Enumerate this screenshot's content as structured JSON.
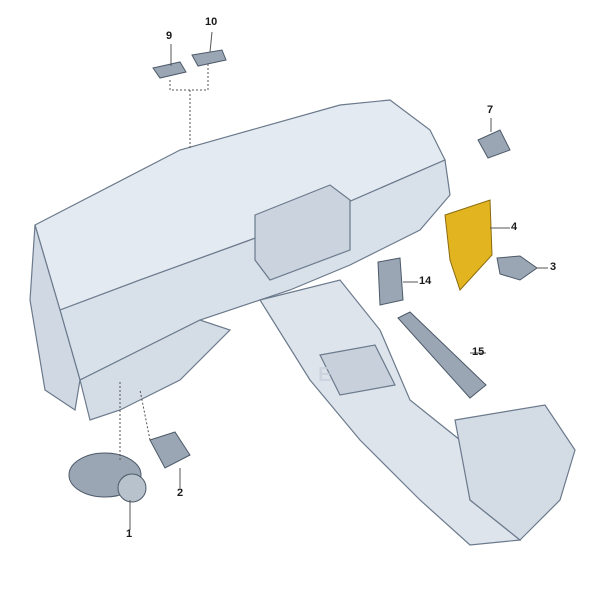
{
  "colors": {
    "body": "#dfe6ee",
    "outline": "#6b7a8c",
    "part": "#9aa6b4",
    "highlight": "#e2b520",
    "leader": "#555555"
  },
  "watermark": "ESTI",
  "callouts": [
    {
      "id": "9",
      "label": "9"
    },
    {
      "id": "10",
      "label": "10"
    },
    {
      "id": "7",
      "label": "7"
    },
    {
      "id": "4",
      "label": "4"
    },
    {
      "id": "3",
      "label": "3"
    },
    {
      "id": "14",
      "label": "14"
    },
    {
      "id": "15",
      "label": "15"
    },
    {
      "id": "2",
      "label": "2"
    },
    {
      "id": "1",
      "label": "1"
    }
  ]
}
